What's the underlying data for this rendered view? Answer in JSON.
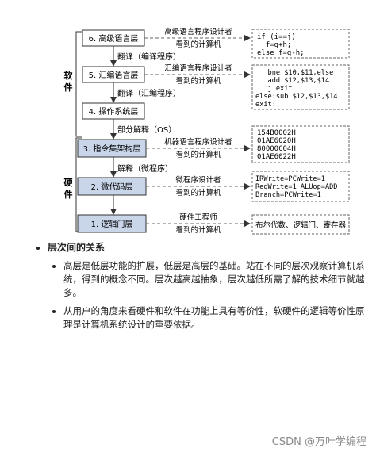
{
  "diagram": {
    "groups": [
      {
        "label_line1": "软",
        "label_line2": "件"
      },
      {
        "label_line1": "硬",
        "label_line2": "件"
      }
    ],
    "levels": [
      {
        "label": "6. 高级语言层",
        "highlight": false,
        "viewer_line1": "高级语言程序设计者",
        "viewer_line2": "看到的计算机",
        "code_lines": [
          "if (i==j)",
          "  f=g+h;",
          "else f=g-h;"
        ]
      },
      {
        "label": "5. 汇编语言层",
        "highlight": false,
        "viewer_line1": "汇编语言程序设计者",
        "viewer_line2": "看到的计算机",
        "code_lines": [
          "   bne $10,$11,else",
          "   add $12,$13,$14",
          "   j exit",
          "else:sub $12,$13,$14",
          "exit:"
        ]
      },
      {
        "label": "4. 操作系统层",
        "highlight": false,
        "viewer_line1": "",
        "viewer_line2": "",
        "code_lines": []
      },
      {
        "label": "3. 指令集架构层",
        "highlight": true,
        "viewer_line1": "机器语言程序设计者",
        "viewer_line2": "看到的计算机",
        "code_lines": [
          "154B0002H",
          "01AE6020H",
          "80000C04H",
          "01AE6022H"
        ]
      },
      {
        "label": "2. 微代码层",
        "highlight": true,
        "viewer_line1": "微程序设计者",
        "viewer_line2": "看到的计算机",
        "code_lines": [
          "IRWrite=PCWrite=1",
          "RegWrite=1 ALUop=ADD",
          "Branch=PCWrite=1"
        ]
      },
      {
        "label": "1. 逻辑门层",
        "highlight": true,
        "viewer_line1": "硬件工程师",
        "viewer_line2": "看到的计算机",
        "code_lines": [
          "布尔代数、逻辑门、寄存器"
        ]
      }
    ],
    "transitions": [
      "翻译（编译程序）",
      "翻译（汇编程序）",
      "部分解释（OS）",
      "解释（微程序）",
      ""
    ]
  },
  "section": {
    "heading": "层次间的关系",
    "bullets": [
      "高层是低层功能的扩展，低层是高层的基础。站在不同的层次观察计算机系统，得到的概念不同。层次越高越抽象，层次越低所需了解的技术细节就越多。",
      "从用户的角度来看硬件和软件在功能上具有等价性，软硬件的逻辑等价性原理是计算机系统设计的重要依据。"
    ]
  },
  "watermark": "CSDN @万叶学编程",
  "colors": {
    "highlight_fill": "#c9d6ea",
    "line": "#333333",
    "dash": "#666666"
  }
}
